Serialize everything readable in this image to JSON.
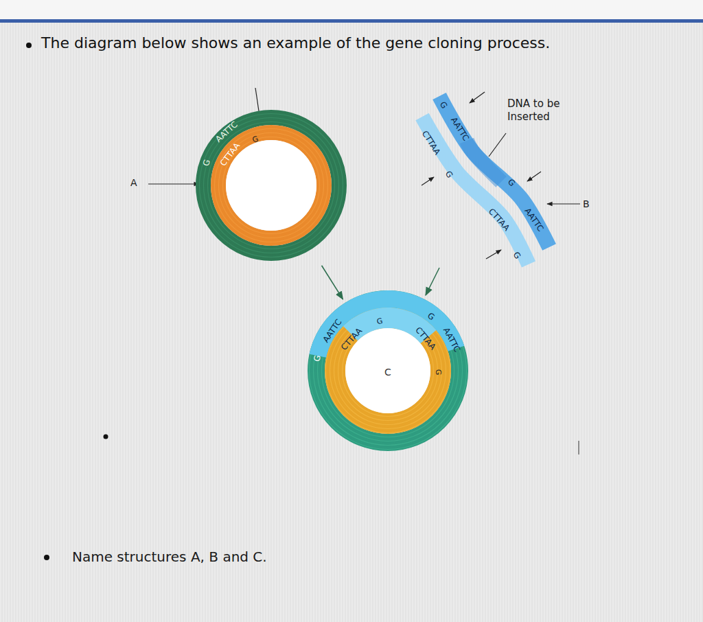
{
  "diagram": {
    "title": "The diagram below shows an example of the gene cloning process.",
    "nodes": [
      {
        "text": [
          "G",
          "AATTC",
          "CTTAA",
          "G"
        ]
      },
      {
        "text": [
          "G",
          "AATTC",
          "CTTAA",
          "G",
          "G",
          "AATTC",
          "CTTAA",
          "G"
        ]
      },
      {
        "text": [
          "G",
          "AATTC",
          "CTTAA",
          "G",
          "G",
          "CTTAA",
          "AATTC",
          "G",
          "C"
        ]
      }
    ],
    "edges": [
      {
        "from": 0,
        "to": 2,
        "arrow": "to"
      },
      {
        "from": 1,
        "to": 2,
        "arrow": "to"
      }
    ],
    "labels": [
      "A",
      "DNA to be Inserted",
      "B",
      "Name structures A, B and C."
    ]
  }
}
